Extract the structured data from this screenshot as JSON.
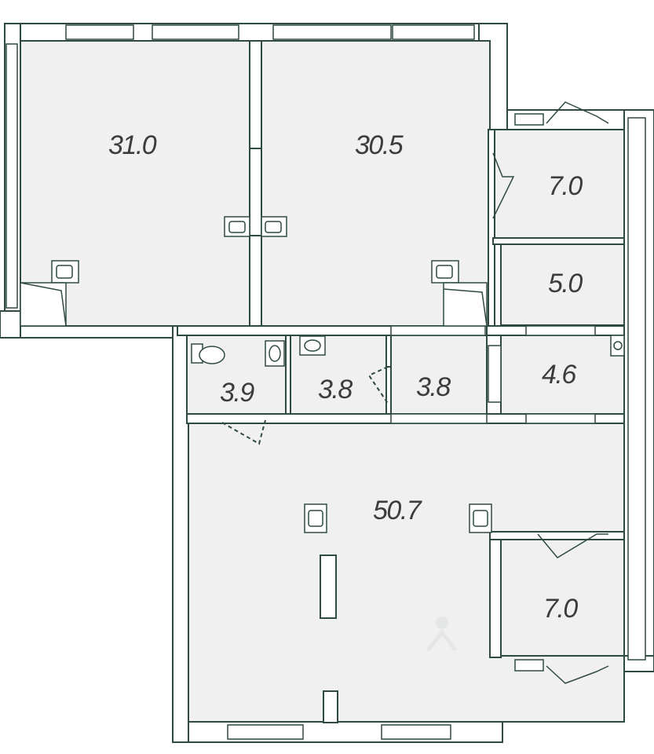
{
  "plan": {
    "rooms": [
      {
        "id": "room-31",
        "area": "31.0"
      },
      {
        "id": "room-30-5",
        "area": "30.5"
      },
      {
        "id": "room-7-0-top",
        "area": "7.0"
      },
      {
        "id": "room-5-0",
        "area": "5.0"
      },
      {
        "id": "room-3-9",
        "area": "3.9"
      },
      {
        "id": "room-3-8-left",
        "area": "3.8"
      },
      {
        "id": "room-3-8-right",
        "area": "3.8"
      },
      {
        "id": "room-4-6",
        "area": "4.6"
      },
      {
        "id": "room-50-7",
        "area": "50.7"
      },
      {
        "id": "room-7-0-bottom",
        "area": "7.0"
      }
    ]
  },
  "colors": {
    "wall": "#2f4a42",
    "room_fill": "#f0f0f0",
    "label": "#3a3d3c"
  }
}
